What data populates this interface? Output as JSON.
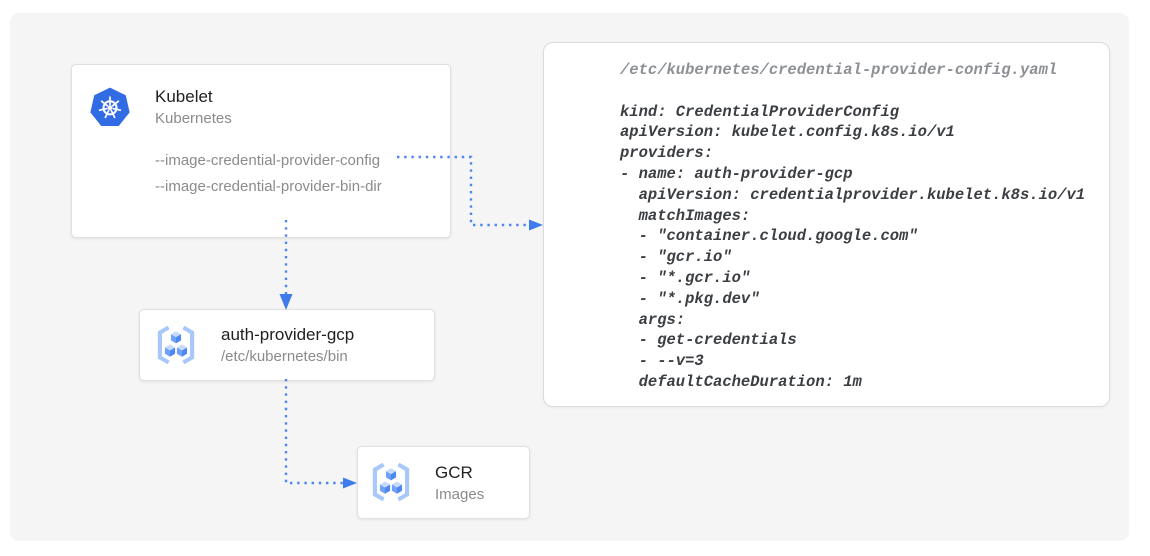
{
  "nodes": {
    "kubelet": {
      "title": "Kubelet",
      "subtitle": "Kubernetes",
      "icon": "kubernetes-icon",
      "flags": [
        "--image-credential-provider-config",
        "--image-credential-provider-bin-dir"
      ]
    },
    "auth_provider": {
      "title": "auth-provider-gcp",
      "subtitle": "/etc/kubernetes/bin",
      "icon": "gcr-icon"
    },
    "gcr": {
      "title": "GCR",
      "subtitle": "Images",
      "icon": "gcr-icon"
    }
  },
  "code_panel": {
    "filename": "/etc/kubernetes/credential-provider-config.yaml",
    "code": "kind: CredentialProviderConfig\napiVersion: kubelet.config.k8s.io/v1\nproviders:\n- name: auth-provider-gcp\n  apiVersion: credentialprovider.kubelet.k8s.io/v1\n  matchImages:\n  - \"container.cloud.google.com\"\n  - \"gcr.io\"\n  - \"*.gcr.io\"\n  - \"*.pkg.dev\"\n  args:\n  - get-credentials\n  - --v=3\n  defaultCacheDuration: 1m"
  },
  "connections": [
    {
      "from": "kubelet --image-credential-provider-config flag",
      "to": "credential-provider-config.yaml panel",
      "style": "dotted-arrow"
    },
    {
      "from": "kubelet",
      "to": "auth-provider-gcp",
      "style": "dotted-arrow"
    },
    {
      "from": "auth-provider-gcp",
      "to": "GCR images",
      "style": "dotted-arrow"
    }
  ],
  "colors": {
    "canvas_bg": "#f5f5f5",
    "accent_dots": "#4d86ef",
    "accent_arrow": "#3e7ceb",
    "k8s_blue": "#326ce5",
    "gcr_bracket": "#a8c7fa",
    "gcr_cube_light": "#c6dafc",
    "gcr_cube_mid": "#6fa0f8",
    "gcr_cube_dark": "#4d87f1"
  }
}
